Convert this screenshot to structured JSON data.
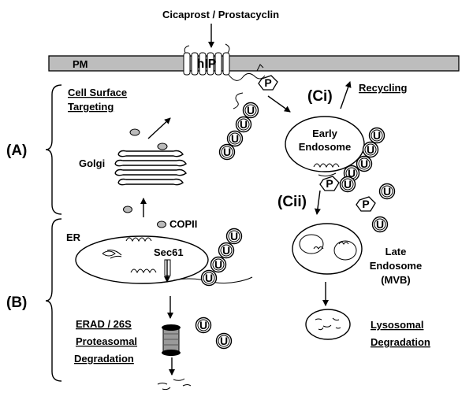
{
  "title": "Cicaprost / Prostacyclin",
  "labels": {
    "pm": "PM",
    "receptor": "hIP",
    "cell_surface": "Cell Surface",
    "targeting": "Targeting",
    "section_a": "(A)",
    "section_b": "(B)",
    "golgi": "Golgi",
    "copii": "COPII",
    "er": "ER",
    "sec61": "Sec61",
    "erad": "ERAD / 26S",
    "proteasomal": "Proteasomal",
    "degradation": "Degradation",
    "ci": "(Ci)",
    "recycling": "Recycling",
    "cii": "(Cii)",
    "early": "Early",
    "endosome": "Endosome",
    "late": "Late",
    "endosome2": "Endosome",
    "mvb": "(MVB)",
    "lysosomal": "Lysosomal",
    "lys_degradation": "Degradation"
  },
  "symbols": {
    "ubiquitin": "U",
    "phosphate": "P"
  }
}
